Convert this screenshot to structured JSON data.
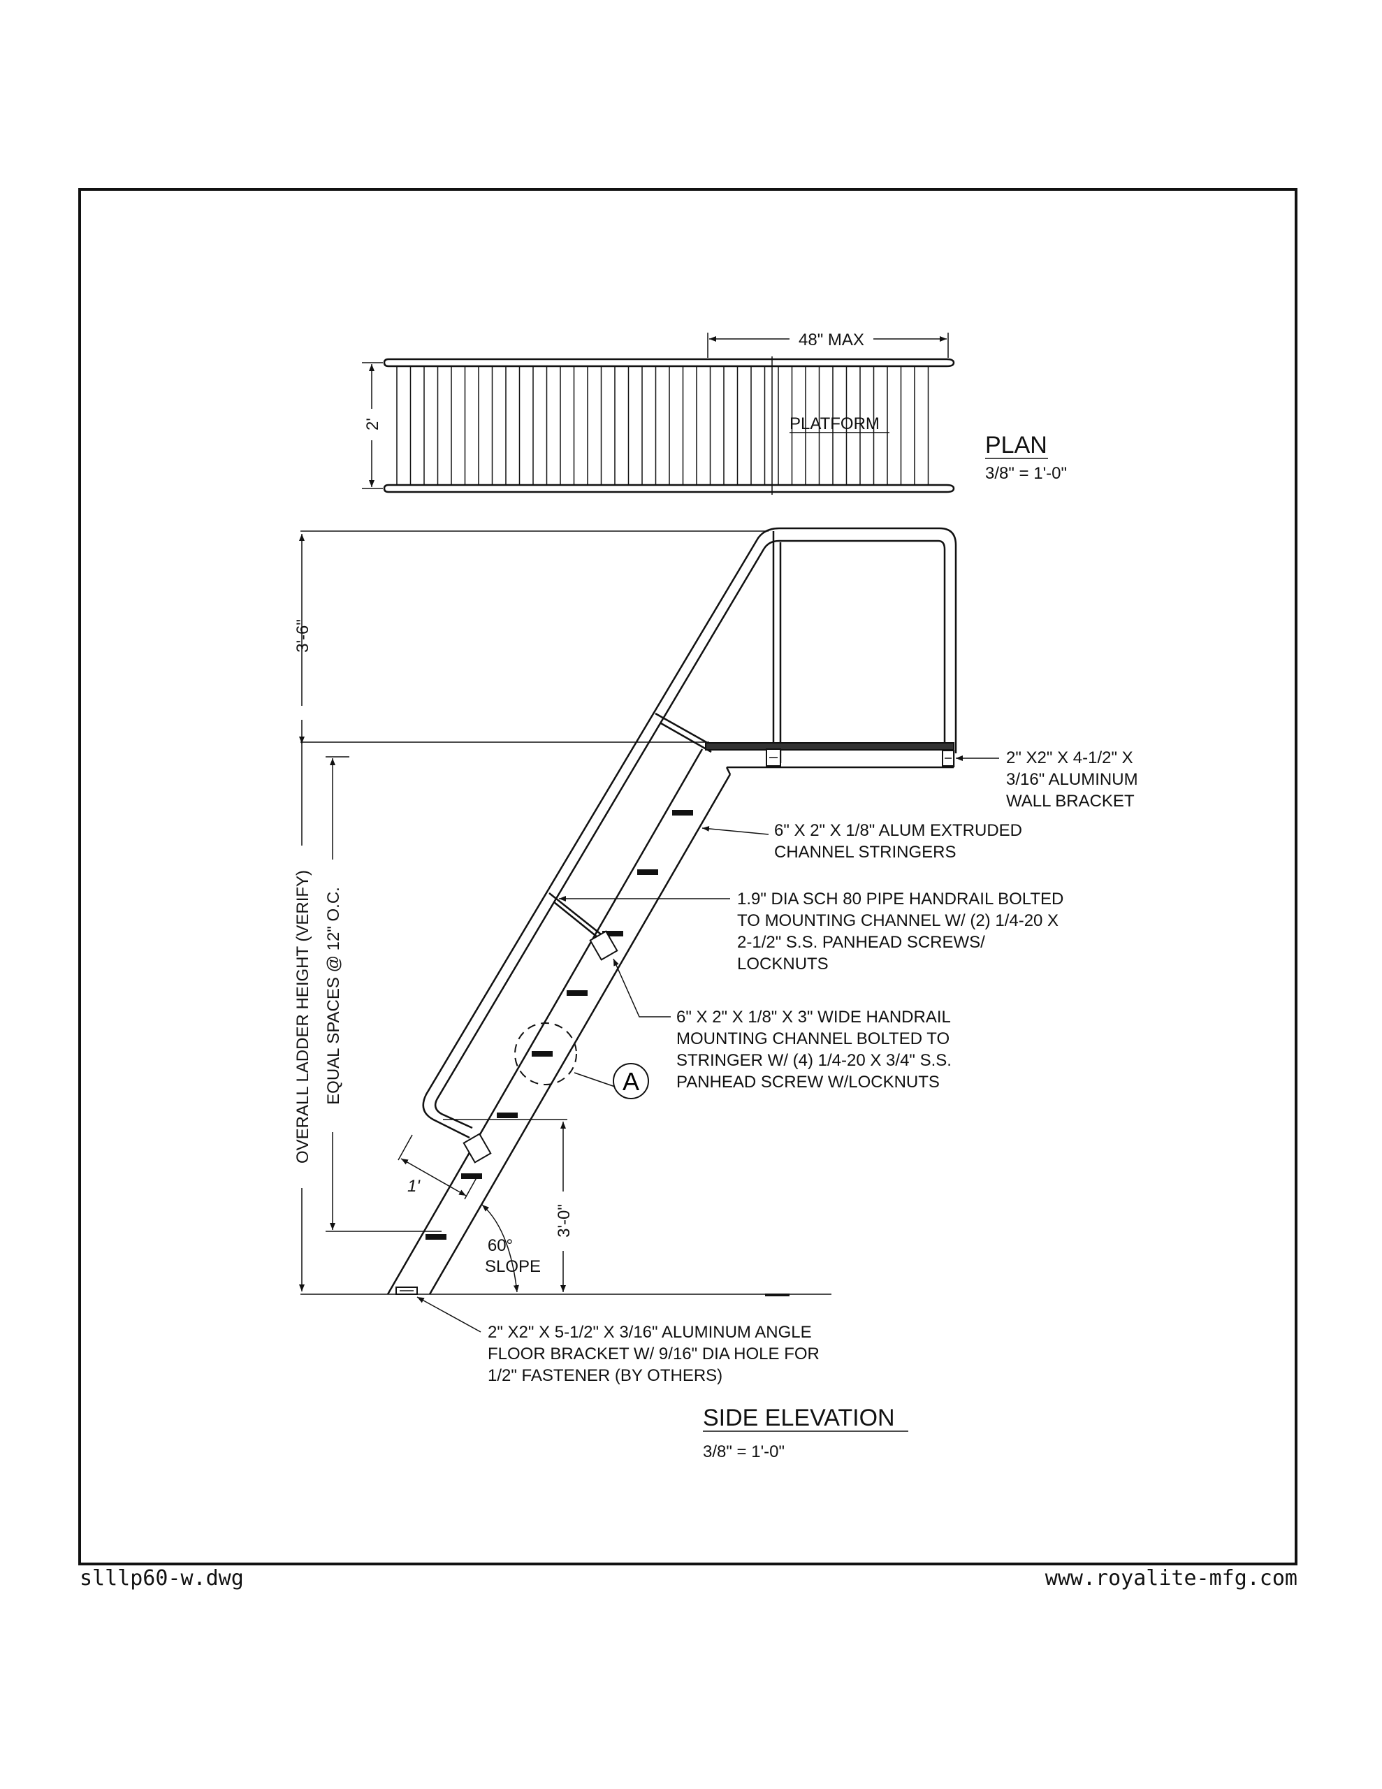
{
  "plan": {
    "dimension_width": "48\" MAX",
    "dimension_depth": "2'",
    "platform_label": "PLATFORM",
    "title": "PLAN",
    "scale": "3/8\" = 1'-0\""
  },
  "elevation": {
    "dim_guard_height": "3'-6\"",
    "dim_overall_height": "OVERALL LADDER HEIGHT (VERIFY)",
    "dim_equal_spaces": "EQUAL SPACES @ 12\" O.C.",
    "dim_rail_height": "3'-0\"",
    "dim_step_spacing": "1'",
    "slope_angle": "60°",
    "slope_label": "SLOPE",
    "detail_tag": "A",
    "title": "SIDE ELEVATION",
    "scale": "3/8\" = 1'-0\""
  },
  "notes": {
    "wall_bracket": [
      "2\" X2\" X 4-1/2\" X",
      "3/16\" ALUMINUM",
      "WALL BRACKET"
    ],
    "stringers": [
      "6\" X 2\" X 1/8\" ALUM EXTRUDED",
      "CHANNEL STRINGERS"
    ],
    "handrail": [
      "1.9\" DIA SCH 80 PIPE HANDRAIL BOLTED",
      "TO  MOUNTING CHANNEL W/ (2) 1/4-20  X",
      "2-1/2\" S.S. PANHEAD SCREWS/",
      "LOCKNUTS"
    ],
    "mounting_channel": [
      "6\" X 2\" X 1/8\" X 3\" WIDE HANDRAIL",
      "MOUNTING CHANNEL BOLTED TO",
      "STRINGER W/ (4) 1/4-20 X 3/4\" S.S.",
      "PANHEAD SCREW W/LOCKNUTS"
    ],
    "floor_bracket": [
      "2\" X2\" X 5-1/2\" X 3/16\" ALUMINUM ANGLE",
      "FLOOR BRACKET W/ 9/16\" DIA HOLE FOR",
      "1/2\" FASTENER (BY OTHERS)"
    ]
  },
  "footer": {
    "filename": "slllp60-w.dwg",
    "website": "www.royalite-mfg.com"
  }
}
